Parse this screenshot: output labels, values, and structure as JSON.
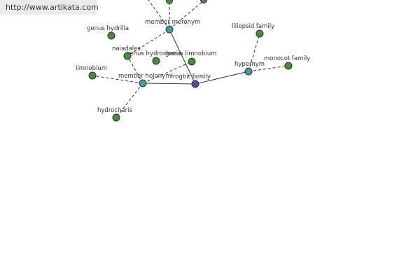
{
  "header": {
    "url": "http://www.artikata.com"
  },
  "colors": {
    "center": "#4a4f9a",
    "relation": "#4a9a9a",
    "leaf": "#4a8a3e",
    "edge": "#333333"
  },
  "graph": {
    "center": {
      "label": "frogbit family"
    },
    "relations": {
      "member_meronym": "member meronym",
      "member_holonym": "member holonym",
      "hypernym": "hypernym"
    },
    "leaves": {
      "genus_hydrilla": "genus hydrilla",
      "naiadales": "naiadales",
      "genus_hydrocharis": "genus hydrocharis",
      "genus_limnobium": "genus limnobium",
      "limnobium": "limnobium",
      "hydrocharis": "hydrocharis",
      "liliopsid_family": "liliopsid family",
      "monocot_family": "monocot family"
    }
  }
}
